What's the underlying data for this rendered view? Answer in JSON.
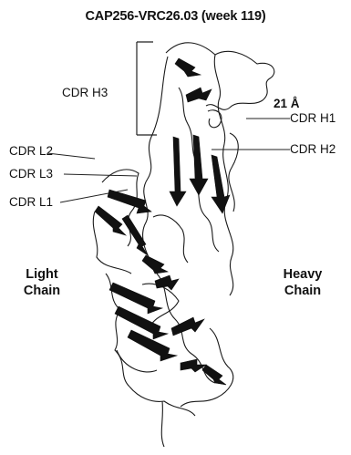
{
  "figure": {
    "title": "CAP256-VRC26.03 (week 119)",
    "labels": {
      "cdr_h3": "CDR H3",
      "distance": "21 Å",
      "cdr_h1": "CDR H1",
      "cdr_h2": "CDR H2",
      "cdr_l2": "CDR L2",
      "cdr_l3": "CDR L3",
      "cdr_l1": "CDR L1",
      "light_chain_line1": "Light",
      "light_chain_line2": "Chain",
      "heavy_chain_line1": "Heavy",
      "heavy_chain_line2": "Chain"
    }
  }
}
